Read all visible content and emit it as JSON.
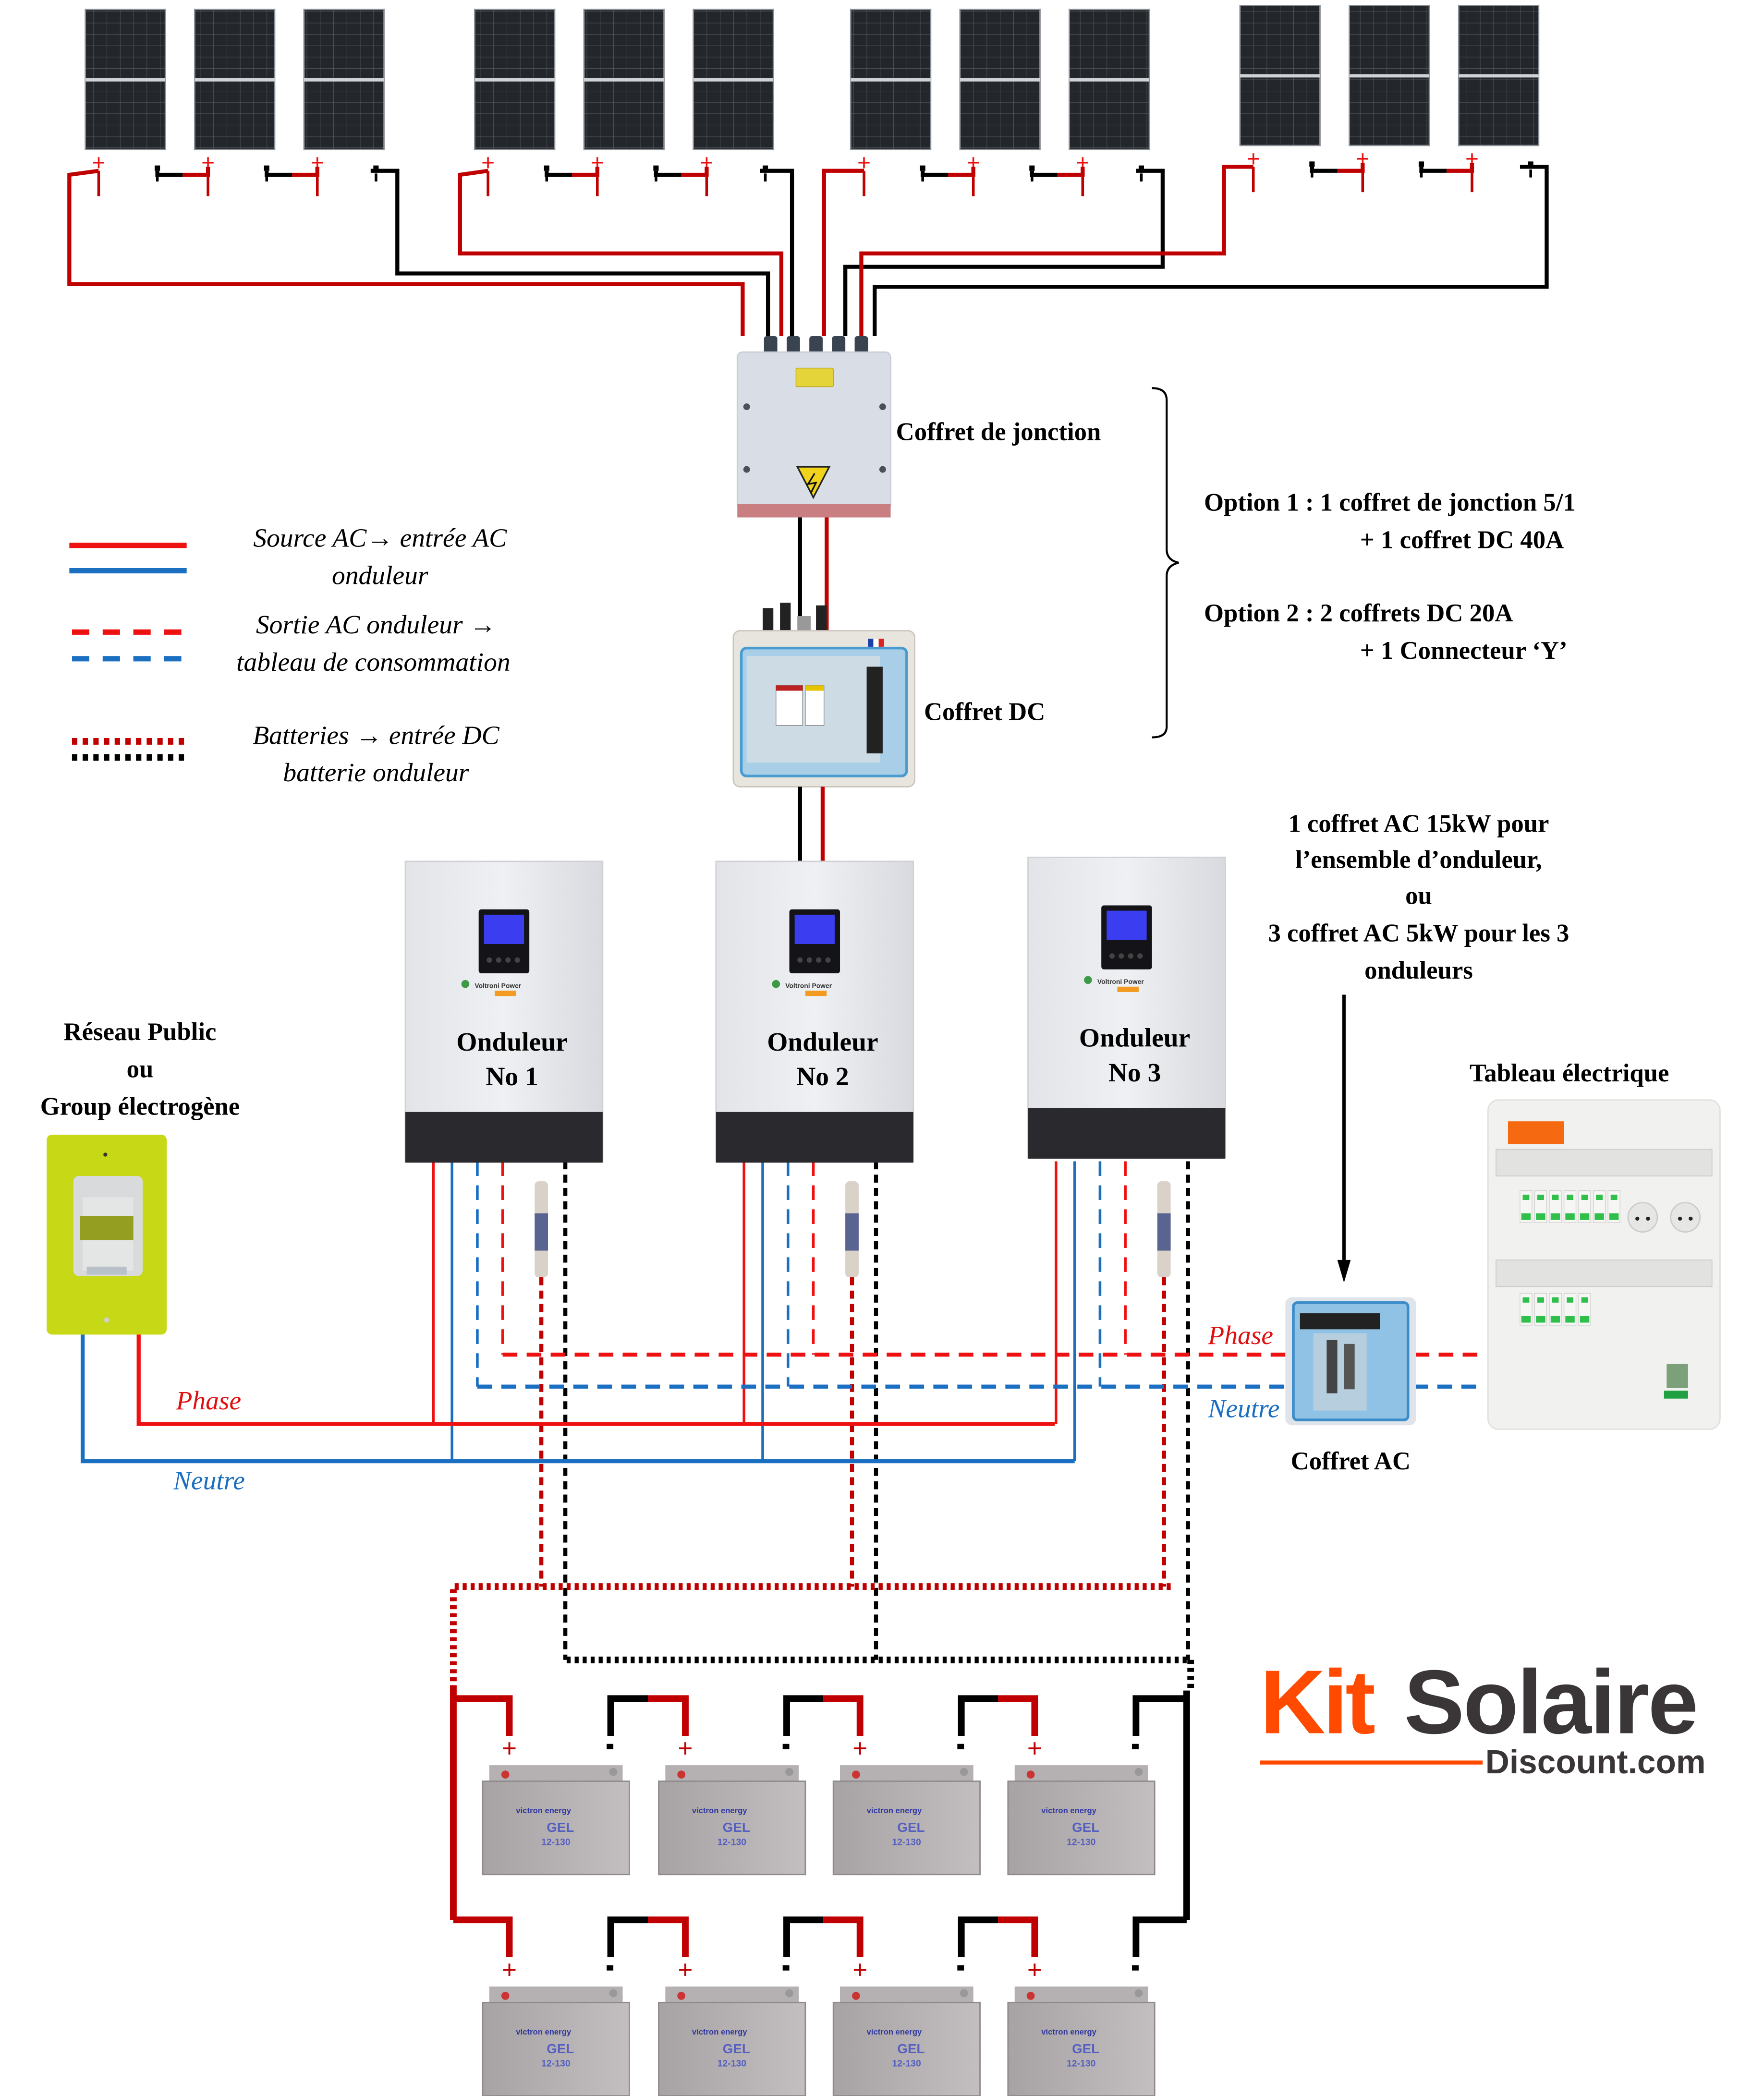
{
  "diagram": {
    "title": "Schéma de câblage solaire — 3 onduleurs en parallèle",
    "colors": {
      "ac_phase": "#ee1111",
      "ac_neutral": "#1a6fc0",
      "dc_positive": "#c00000",
      "dc_negative": "#000000",
      "meter_green": "#c6d816",
      "logo_orange": "#ff4a00",
      "logo_gray": "#3a3637"
    },
    "solar_array": {
      "groups": 4,
      "panels_per_group": 3,
      "positive_symbol": "+",
      "negative_symbol": "-"
    },
    "junction_box": {
      "label": "Coffret de jonction"
    },
    "dc_box": {
      "label": "Coffret DC"
    },
    "options": [
      {
        "line1": "Option 1 : 1 coffret de jonction 5/1",
        "line2": "+ 1 coffret DC 40A"
      },
      {
        "line1": "Option 2 : 2 coffrets DC 20A",
        "line2": "+ 1 Connecteur ‘Y’"
      }
    ],
    "legend": [
      {
        "style": "solid",
        "line1": "Source AC→ entrée AC",
        "line2": "onduleur"
      },
      {
        "style": "dashed",
        "line1": "Sortie AC onduleur →",
        "line2": "tableau de consommation"
      },
      {
        "style": "dotted",
        "line1": "Batteries → entrée DC",
        "line2": "batterie onduleur"
      }
    ],
    "inverters": [
      {
        "line1": "Onduleur",
        "line2": "No 1",
        "brand": "Voltroni Power"
      },
      {
        "line1": "Onduleur",
        "line2": "No 2",
        "brand": "Voltroni Power"
      },
      {
        "line1": "Onduleur",
        "line2": "No 3",
        "brand": "Voltroni Power"
      }
    ],
    "grid_source": {
      "line1": "Réseau Public",
      "line2": "ou",
      "line3": "Group électrogène"
    },
    "ac_note": {
      "line1": "1 coffret AC 15kW pour",
      "line2": "l’ensemble d’onduleur,",
      "line3": "ou",
      "line4": "3 coffret AC 5kW pour les 3",
      "line5": "onduleurs"
    },
    "ac_box": {
      "label": "Coffret AC"
    },
    "panel_board": {
      "label": "Tableau électrique"
    },
    "wire_labels": {
      "phase_input": "Phase",
      "neutral_input": "Neutre",
      "phase_output": "Phase",
      "neutral_output": "Neutre"
    },
    "batteries": {
      "rows": 2,
      "per_row": 4,
      "brand": "victron energy",
      "type": "GEL",
      "model": "12-130",
      "positive_symbol": "+",
      "negative_symbol": "-"
    },
    "logo": {
      "part1": "Kit",
      "part2": "Solaire",
      "part3": "Discount.com"
    }
  }
}
